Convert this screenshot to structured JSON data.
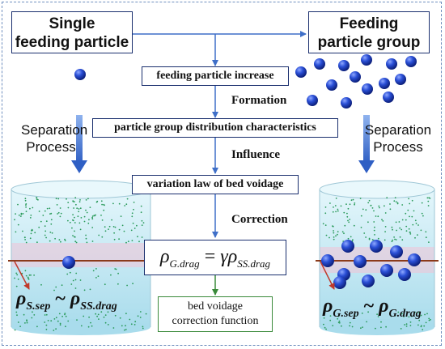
{
  "top_left_box": {
    "line1": "Single",
    "line2": "feeding particle"
  },
  "top_right_box": {
    "line1": "Feeding",
    "line2": "particle group"
  },
  "center_steps": {
    "step1": "feeding particle increase",
    "arrow1": "Formation",
    "step2": "particle group distribution characteristics",
    "arrow2": "Influence",
    "step3": "variation law of bed voidage",
    "arrow3": "Correction"
  },
  "equation": {
    "lhs": "ρ",
    "lhs_sub": "G.drag",
    "eq": " = ",
    "gamma": "γ",
    "rhs": "ρ",
    "rhs_sub": "SS.drag"
  },
  "result_box": {
    "line1": "bed voidage",
    "line2": "correction function"
  },
  "left_side": {
    "label1": "Separation",
    "label2": "Process",
    "rel_a": "ρ",
    "rel_a_sub": "S.sep",
    "tilde": " ~ ",
    "rel_b": "ρ",
    "rel_b_sub": "SS.drag"
  },
  "right_side": {
    "label1": "Separation",
    "label2": "Process",
    "rel_a": "ρ",
    "rel_a_sub": "G.sep",
    "tilde": " ~ ",
    "rel_b": "ρ",
    "rel_b_sub": "G.drag"
  },
  "colors": {
    "arrow": "#3f6fc8",
    "box_border": "#1a2f6e",
    "result_border": "#3a8a3a",
    "particle": "#1f3fbf",
    "boundary": "#8b3a1a",
    "liquid": "#bfe6f2",
    "dots": "#2a9a5a"
  }
}
